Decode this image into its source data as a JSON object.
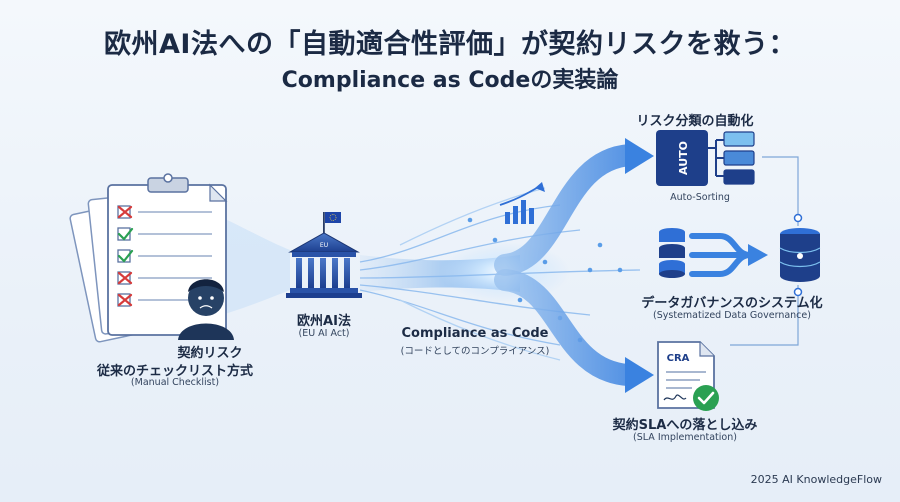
{
  "title": {
    "line1": "欧州AI法への「自動適合性評価」が契約リスクを救う：",
    "line2": "Compliance as Codeの実装論"
  },
  "left": {
    "risk": "契約リスク",
    "label": "従来のチェックリスト方式",
    "sub": "(Manual Checklist)"
  },
  "law": {
    "label": "欧州AI法",
    "sub": "(EU AI Act)",
    "flag_text": "EU"
  },
  "center": {
    "label": "Compliance as Code",
    "sub": "(コードとしてのコンプライアンス)"
  },
  "outputs": {
    "sorting": {
      "title": "リスク分類の自動化",
      "sub": "Auto-Sorting",
      "box_text": "AUTO"
    },
    "governance": {
      "title": "データガバナンスのシステム化",
      "sub": "(Systematized Data Governance)"
    },
    "sla": {
      "title": "契約SLAへの落とし込み",
      "sub": "(SLA Implementation)",
      "doc_text": "CRA"
    }
  },
  "footer": "2025 AI KnowledgeFlow",
  "colors": {
    "accent": "#2f6fd6",
    "check_green": "#2aa052",
    "cross_red": "#d63b3b",
    "navy": "#1e3f8a"
  }
}
